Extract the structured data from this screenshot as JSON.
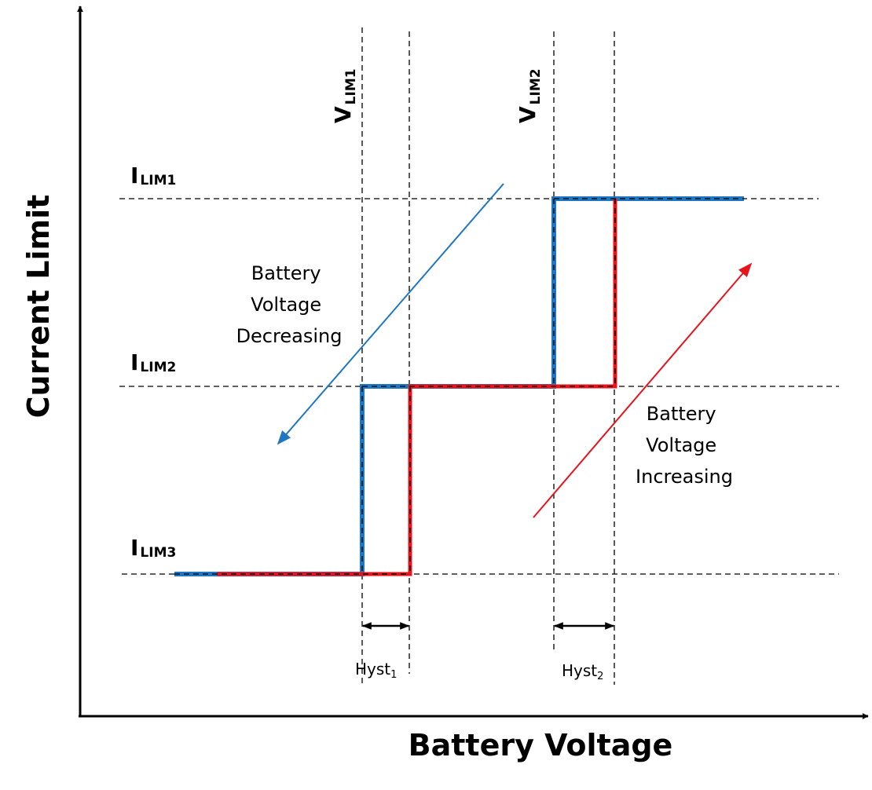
{
  "axes": {
    "x_title": "Battery Voltage",
    "y_title": "Current Limit"
  },
  "levels": [
    {
      "base": "I",
      "sub": "LIM1"
    },
    {
      "base": "I",
      "sub": "LIM2"
    },
    {
      "base": "I",
      "sub": "LIM3"
    }
  ],
  "thresholds": [
    {
      "base": "V",
      "sub": "LIM1"
    },
    {
      "base": "V",
      "sub": "LIM2"
    }
  ],
  "hysteresis": [
    {
      "base": "Hyst",
      "sub": "1"
    },
    {
      "base": "Hyst",
      "sub": "2"
    }
  ],
  "annotations": {
    "decreasing": [
      "Battery",
      "Voltage",
      "Decreasing"
    ],
    "increasing": [
      "Battery",
      "Voltage",
      "Increasing"
    ]
  },
  "colors": {
    "decreasing_trace": "#1f77c4",
    "increasing_trace": "#e8141c",
    "guides": "#000000"
  }
}
